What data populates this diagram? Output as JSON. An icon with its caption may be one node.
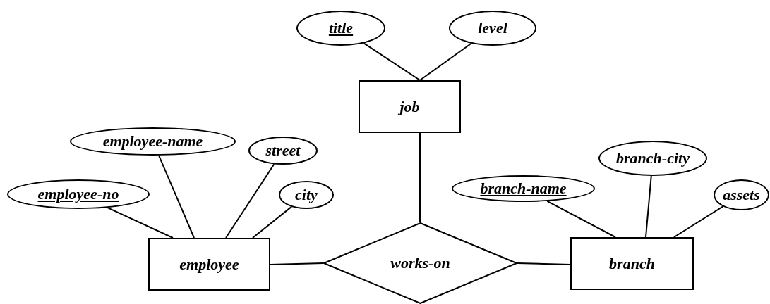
{
  "diagram": {
    "nodes": [
      {
        "text": [
          "title"
        ]
      },
      {
        "text": [
          "level"
        ]
      },
      {
        "text": [
          "job"
        ]
      },
      {
        "text": [
          "employee-name"
        ]
      },
      {
        "text": [
          "street"
        ]
      },
      {
        "text": [
          "employee-no"
        ]
      },
      {
        "text": [
          "city"
        ]
      },
      {
        "text": [
          "employee"
        ]
      },
      {
        "text": [
          "works-on"
        ]
      },
      {
        "text": [
          "branch-city"
        ]
      },
      {
        "text": [
          "branch-name"
        ]
      },
      {
        "text": [
          "assets"
        ]
      },
      {
        "text": [
          "branch"
        ]
      }
    ],
    "edges": [
      {
        "from": 0,
        "to": 2,
        "arrow": "none"
      },
      {
        "from": 1,
        "to": 2,
        "arrow": "none"
      },
      {
        "from": 2,
        "to": 8,
        "arrow": "none"
      },
      {
        "from": 3,
        "to": 7,
        "arrow": "none"
      },
      {
        "from": 4,
        "to": 7,
        "arrow": "none"
      },
      {
        "from": 5,
        "to": 7,
        "arrow": "none"
      },
      {
        "from": 6,
        "to": 7,
        "arrow": "none"
      },
      {
        "from": 7,
        "to": 8,
        "arrow": "none"
      },
      {
        "from": 8,
        "to": 12,
        "arrow": "none"
      },
      {
        "from": 10,
        "to": 12,
        "arrow": "none"
      },
      {
        "from": 9,
        "to": 12,
        "arrow": "none"
      },
      {
        "from": 11,
        "to": 12,
        "arrow": "none"
      }
    ]
  }
}
